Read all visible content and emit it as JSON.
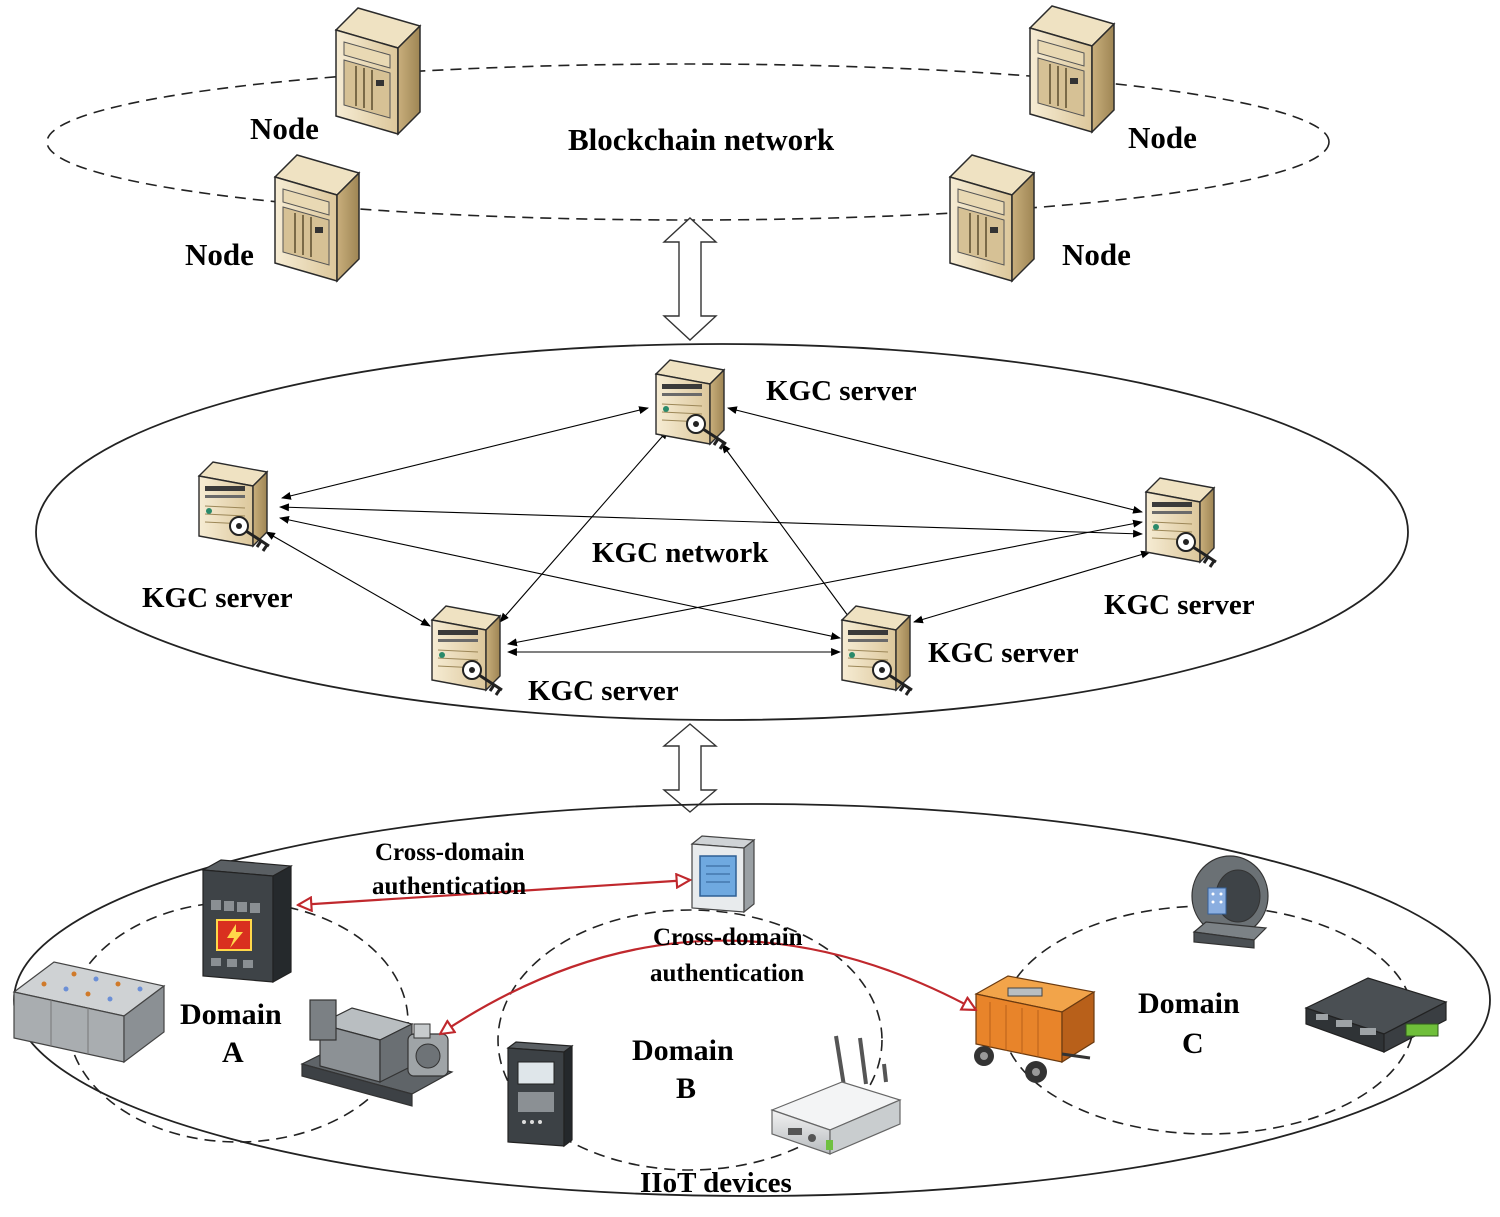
{
  "blockchain": {
    "network_label": "Blockchain network",
    "nodes": [
      {
        "label": "Node"
      },
      {
        "label": "Node"
      },
      {
        "label": "Node"
      },
      {
        "label": "Node"
      }
    ]
  },
  "kgc": {
    "network_label": "KGC network",
    "servers": [
      {
        "label": "KGC server"
      },
      {
        "label": "KGC server"
      },
      {
        "label": "KGC server"
      },
      {
        "label": "KGC server"
      },
      {
        "label": "KGC server"
      }
    ]
  },
  "iiot": {
    "label": "IIoT devices",
    "cross_domain_1": [
      "Cross-domain",
      "authentication"
    ],
    "cross_domain_2": [
      "Cross-domain",
      "authentication"
    ],
    "domains": [
      {
        "name": "Domain",
        "letter": "A"
      },
      {
        "name": "Domain",
        "letter": "B"
      },
      {
        "name": "Domain",
        "letter": "C"
      }
    ]
  },
  "colors": {
    "auth_arrow": "#c0282d",
    "server_tan": "#e9d9b4",
    "server_dark": "#b59b6a",
    "device_gray": "#6f7478",
    "trailer_orange": "#e8842a"
  }
}
